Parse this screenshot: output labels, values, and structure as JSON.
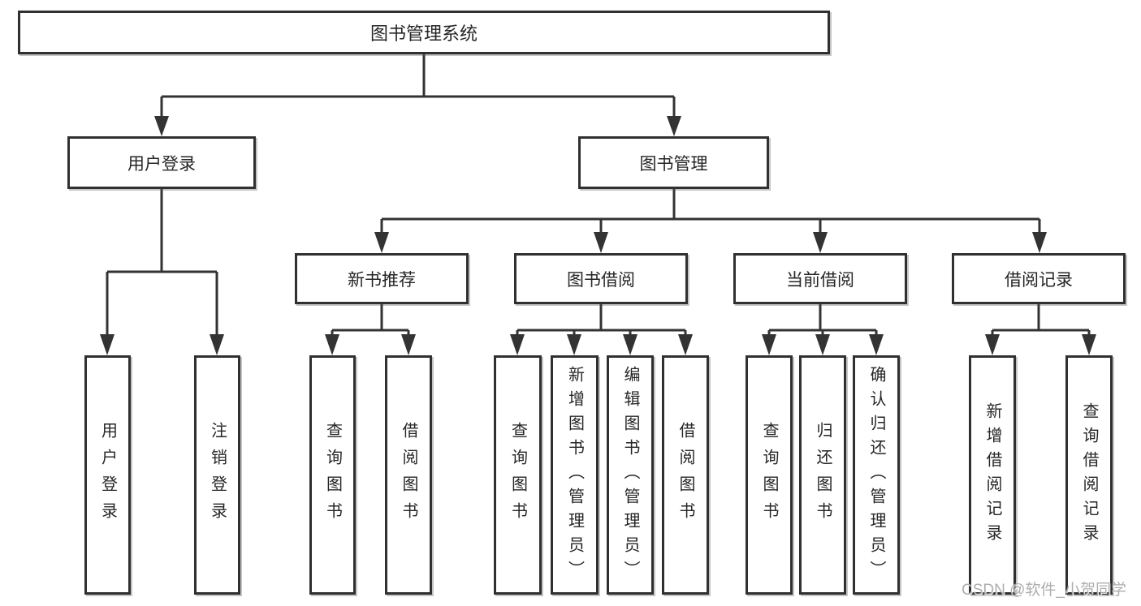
{
  "nodes": {
    "root": {
      "label": "图书管理系统"
    },
    "level2": {
      "user_login": {
        "label": "用户登录"
      },
      "book_management": {
        "label": "图书管理"
      }
    },
    "level3": {
      "new_book_recommend": {
        "label": "新书推荐"
      },
      "book_borrow": {
        "label": "图书借阅"
      },
      "current_borrow": {
        "label": "当前借阅"
      },
      "borrow_record": {
        "label": "借阅记录"
      }
    },
    "leaves": {
      "user_login": {
        "label": "用户登录"
      },
      "logout": {
        "label": "注销登录"
      },
      "recommend_query_book": {
        "label": "查询图书"
      },
      "recommend_borrow_book": {
        "label": "借阅图书"
      },
      "borrow_query_book": {
        "label": "查询图书"
      },
      "borrow_add_book": {
        "label": "新增图书（管理员）"
      },
      "borrow_edit_book": {
        "label": "编辑图书（管理员）"
      },
      "borrow_borrow_book": {
        "label": "借阅图书"
      },
      "current_query_book": {
        "label": "查询图书"
      },
      "current_return_book": {
        "label": "归还图书"
      },
      "current_confirm_return": {
        "label": "确认归还（管理员）"
      },
      "record_add": {
        "label": "新增借阅记录"
      },
      "record_query": {
        "label": "查询借阅记录"
      }
    }
  },
  "watermark": {
    "text": "CSDN @软件_小贺同学"
  },
  "colors": {
    "line": "#333333",
    "box_border": "#303030",
    "text": "#262626",
    "watermark": "#aaaaaa",
    "background": "#ffffff"
  }
}
